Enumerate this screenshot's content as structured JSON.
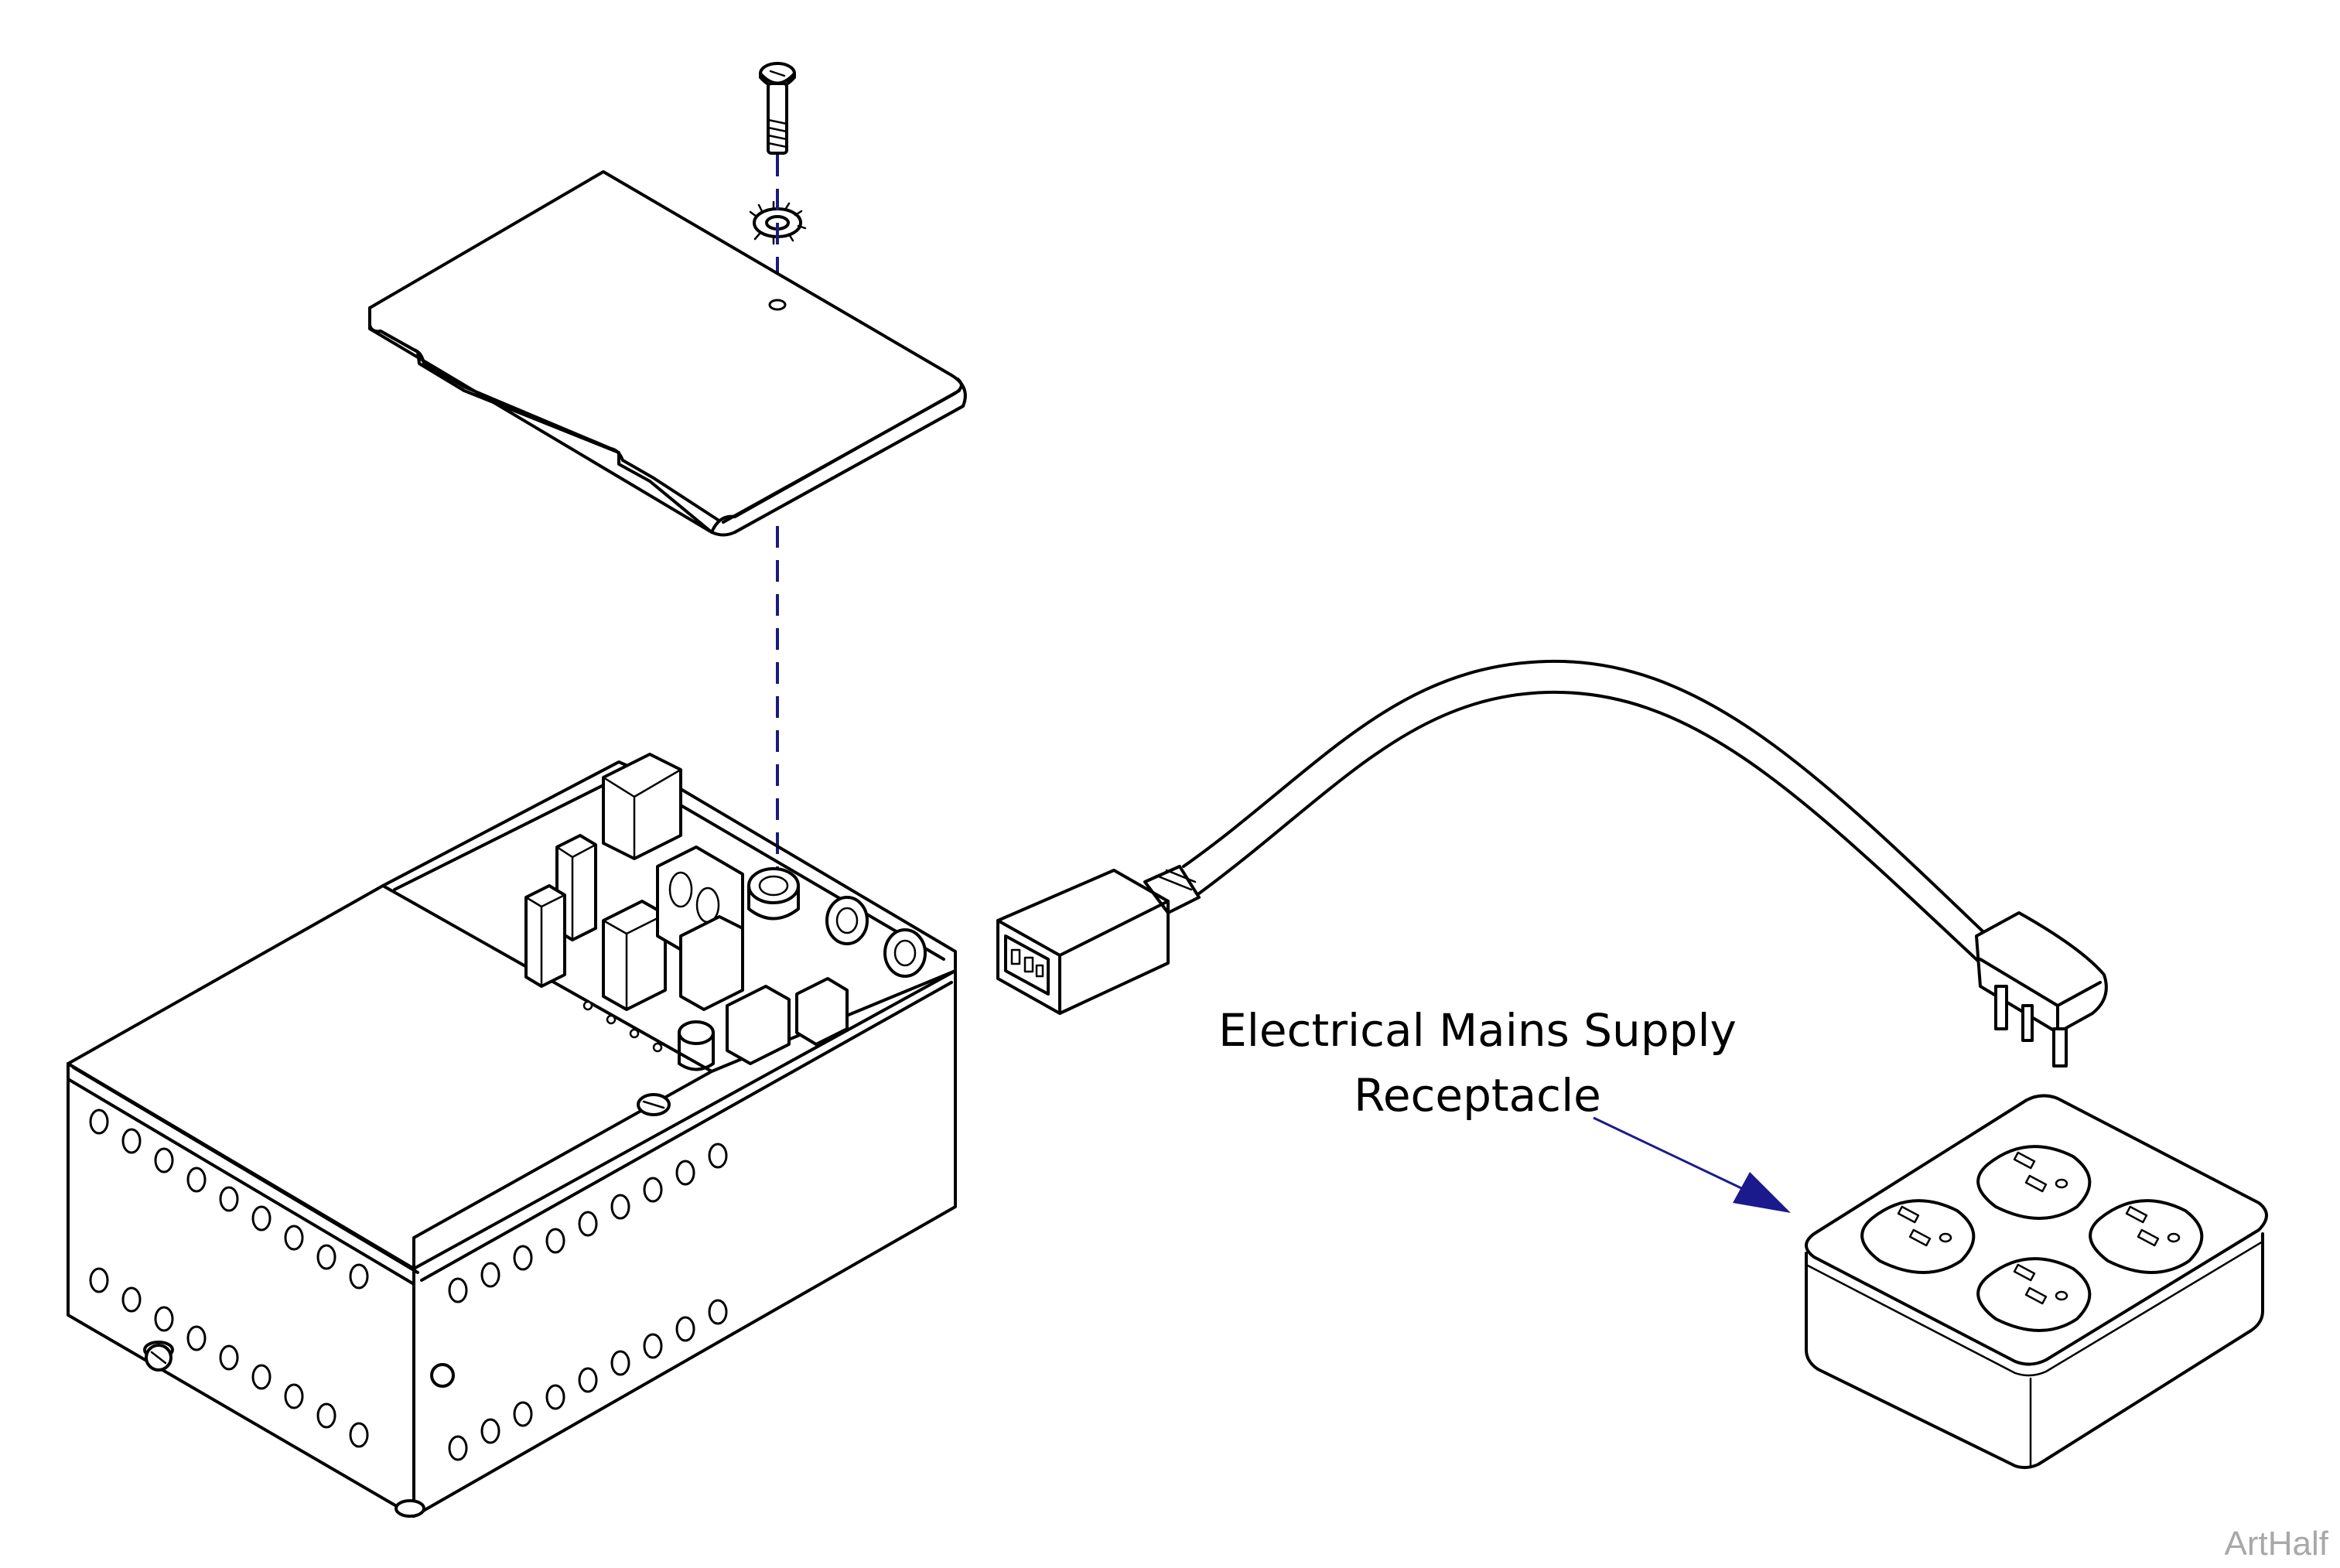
{
  "callout": {
    "line1": "Electrical Mains Supply",
    "line2": "Receptacle",
    "arrow_color": "#1a1a8c"
  },
  "watermark": "ArtHalf",
  "colors": {
    "line_art": "#000000",
    "assembly_dash": "#1a1a80",
    "watermark": "#a8a8a8"
  }
}
